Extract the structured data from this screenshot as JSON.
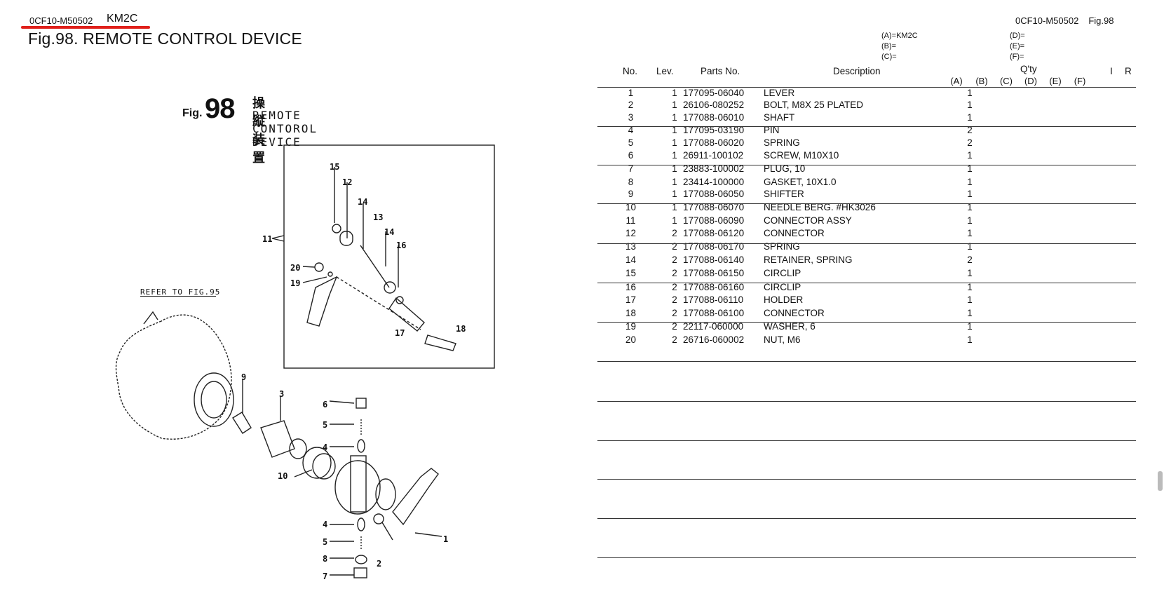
{
  "header": {
    "doc_code": "0CF10-M50502",
    "model": "KM2C",
    "title": "Fig.98.  REMOTE CONTROL DEVICE",
    "right_code": "0CF10-M50502",
    "right_fig": "Fig.98"
  },
  "variants": {
    "A": "(A)=KM2C",
    "B": "(B)=",
    "C": "(C)=",
    "D": "(D)=",
    "E": "(E)=",
    "F": "(F)="
  },
  "table": {
    "headers": {
      "no": "No.",
      "lev": "Lev.",
      "parts_no": "Parts No.",
      "description": "Description",
      "qty": "Q'ty",
      "i": "I",
      "r": "R"
    },
    "qty_cols": [
      "(A)",
      "(B)",
      "(C)",
      "(D)",
      "(E)",
      "(F)"
    ],
    "rows": [
      {
        "no": "1",
        "lev": "1",
        "part": "177095-06040",
        "desc": "LEVER",
        "qa": "1"
      },
      {
        "no": "2",
        "lev": "1",
        "part": "26106-080252",
        "desc": "BOLT, M8X 25 PLATED",
        "qa": "1"
      },
      {
        "no": "3",
        "lev": "1",
        "part": "177088-06010",
        "desc": "SHAFT",
        "qa": "1"
      },
      {
        "no": "4",
        "lev": "1",
        "part": "177095-03190",
        "desc": "PIN",
        "qa": "2"
      },
      {
        "no": "5",
        "lev": "1",
        "part": "177088-06020",
        "desc": "SPRING",
        "qa": "2"
      },
      {
        "no": "6",
        "lev": "1",
        "part": "26911-100102",
        "desc": "SCREW, M10X10",
        "qa": "1"
      },
      {
        "no": "7",
        "lev": "1",
        "part": "23883-100002",
        "desc": "PLUG, 10",
        "qa": "1"
      },
      {
        "no": "8",
        "lev": "1",
        "part": "23414-100000",
        "desc": "GASKET, 10X1.0",
        "qa": "1"
      },
      {
        "no": "9",
        "lev": "1",
        "part": "177088-06050",
        "desc": "SHIFTER",
        "qa": "1"
      },
      {
        "no": "10",
        "lev": "1",
        "part": "177088-06070",
        "desc": "NEEDLE BERG. #HK3026",
        "qa": "1"
      },
      {
        "no": "11",
        "lev": "1",
        "part": "177088-06090",
        "desc": "CONNECTOR ASSY",
        "qa": "1"
      },
      {
        "no": "12",
        "lev": "2",
        "part": "177088-06120",
        "desc": "CONNECTOR",
        "qa": "1"
      },
      {
        "no": "13",
        "lev": "2",
        "part": "177088-06170",
        "desc": "SPRING",
        "qa": "1"
      },
      {
        "no": "14",
        "lev": "2",
        "part": "177088-06140",
        "desc": "RETAINER, SPRING",
        "qa": "2"
      },
      {
        "no": "15",
        "lev": "2",
        "part": "177088-06150",
        "desc": "CIRCLIP",
        "qa": "1"
      },
      {
        "no": "16",
        "lev": "2",
        "part": "177088-06160",
        "desc": "CIRCLIP",
        "qa": "1"
      },
      {
        "no": "17",
        "lev": "2",
        "part": "177088-06110",
        "desc": "HOLDER",
        "qa": "1"
      },
      {
        "no": "18",
        "lev": "2",
        "part": "177088-06100",
        "desc": "CONNECTOR",
        "qa": "1"
      },
      {
        "no": "19",
        "lev": "2",
        "part": "22117-060000",
        "desc": "WASHER,  6",
        "qa": "1"
      },
      {
        "no": "20",
        "lev": "2",
        "part": "26716-060002",
        "desc": "NUT, M6",
        "qa": "1"
      }
    ]
  },
  "figure": {
    "fig_word": "Fig.",
    "fig_number": "98",
    "title_jp": "操縦装置",
    "title_en": "REMOTE CONTOROL DEVICE",
    "refer": "REFER TO FIG.95",
    "callouts": [
      "15",
      "12",
      "14",
      "13",
      "14",
      "16",
      "11",
      "20",
      "19",
      "17",
      "18",
      "9",
      "3",
      "6",
      "5",
      "4",
      "10",
      "4",
      "5",
      "8",
      "7",
      "2",
      "1"
    ]
  }
}
